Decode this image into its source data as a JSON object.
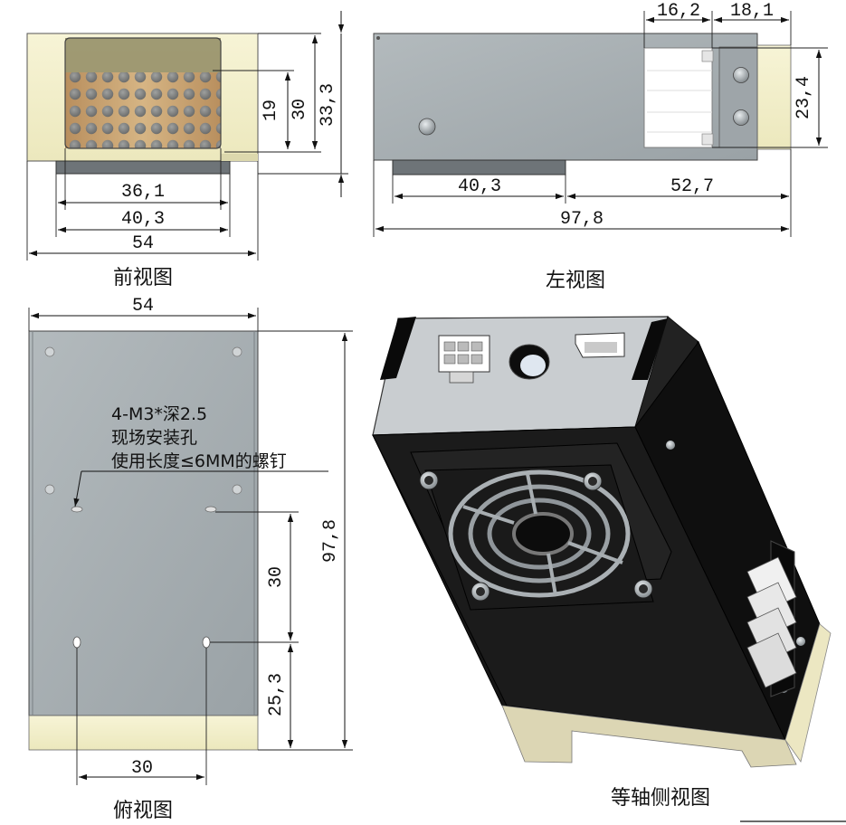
{
  "views": {
    "front": {
      "caption": "前视图",
      "dims": {
        "d19": "19",
        "d30": "30",
        "d33_3": "33,3",
        "d36_1": "36,1",
        "d40_3": "40,3",
        "d54": "54"
      }
    },
    "left": {
      "caption": "左视图",
      "dims": {
        "d16_2": "16,2",
        "d18_1": "18,1",
        "d23_4": "23,4",
        "d40_3": "40,3",
        "d52_7": "52,7",
        "d97_8": "97,8"
      }
    },
    "top": {
      "caption": "俯视图",
      "dims": {
        "d54": "54",
        "d97_8": "97,8",
        "d30_v": "30",
        "d25_3": "25,3",
        "d30_h": "30"
      },
      "note": {
        "line1": "4-M3*深2.5",
        "line2": "现场安装孔",
        "line3": "使用长度≤6MM的螺钉"
      }
    },
    "iso": {
      "caption": "等轴侧视图"
    }
  },
  "colors": {
    "plate": "#a5acb0",
    "cream": "#f3f0c8",
    "copper": "#c9a473",
    "body_dark": "#161616",
    "dimension": "#111111"
  }
}
